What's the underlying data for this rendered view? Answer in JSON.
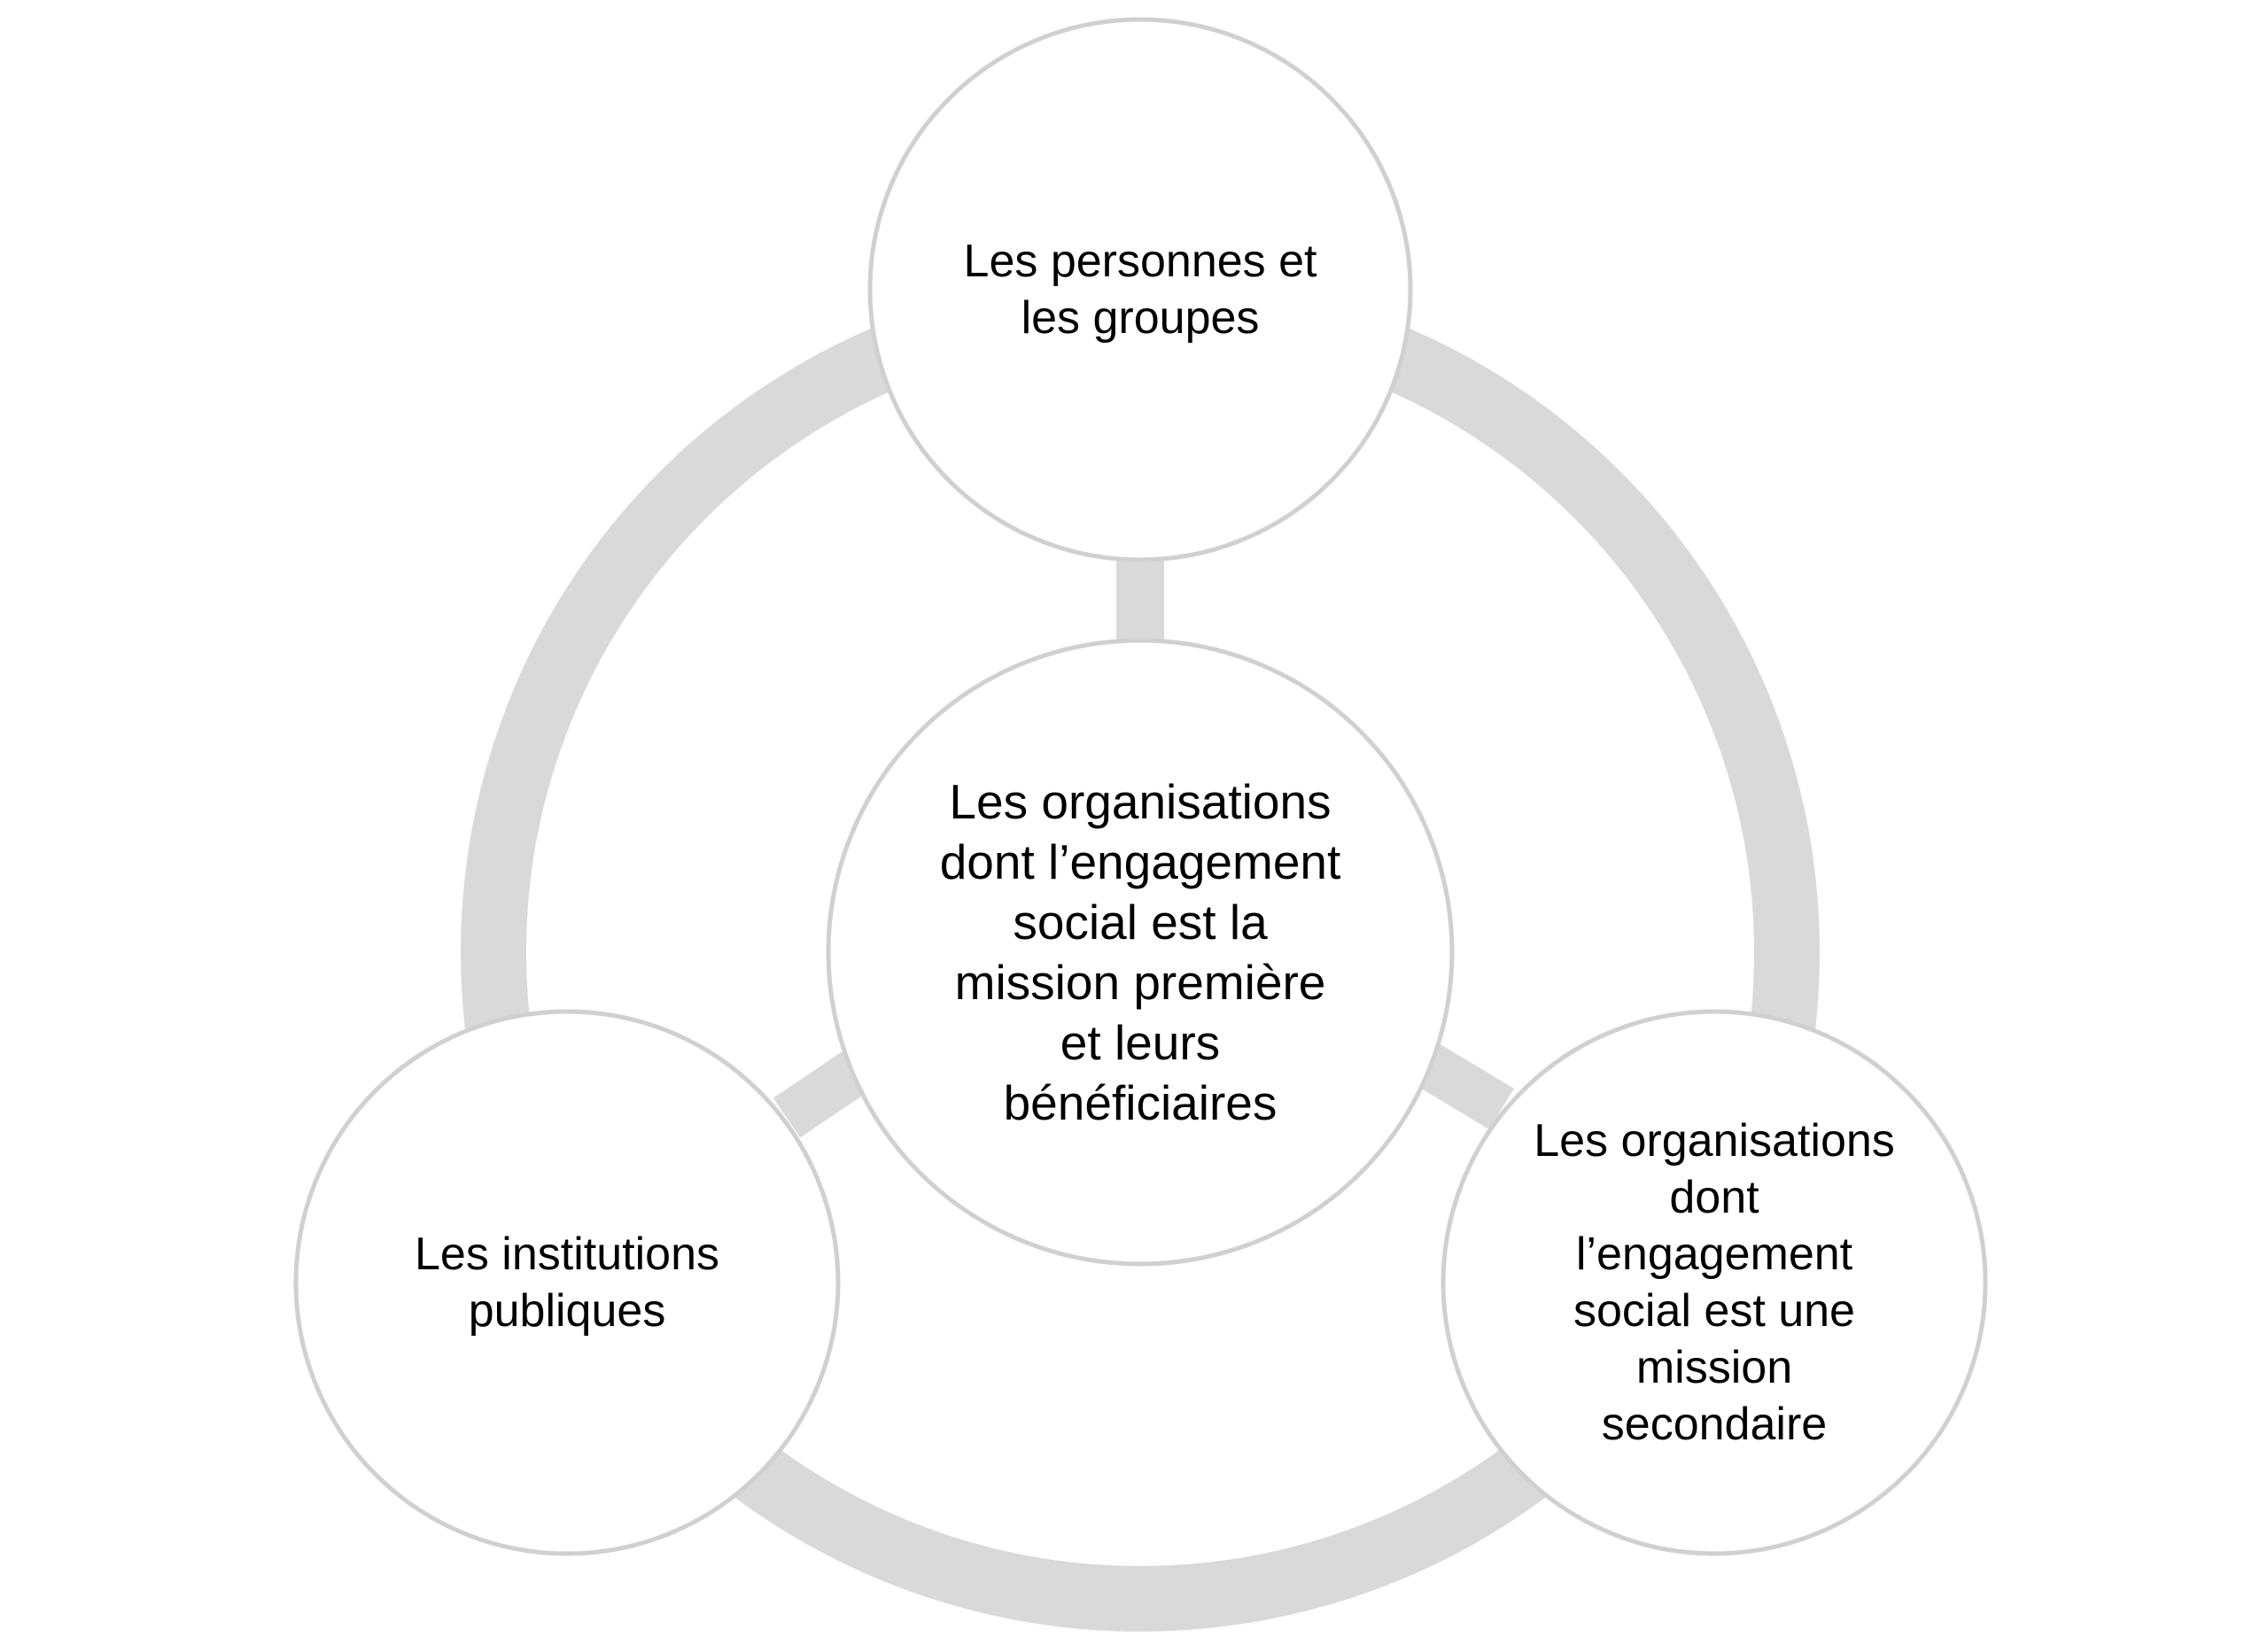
{
  "colors": {
    "background": "#ffffff",
    "ring": "#d9d9d9",
    "node_fill": "#ffffff",
    "node_stroke": "#d0d0d0",
    "text": "#000000"
  },
  "nodes": {
    "center": {
      "label": "Les organisations\ndont l’engagement\nsocial est la\nmission première\net leurs\nbénéficiaires"
    },
    "top": {
      "label": "Les personnes et\nles groupes"
    },
    "left": {
      "label": "Les institutions\npubliques"
    },
    "right": {
      "label": "Les organisations\ndont\nl’engagement\nsocial est une\nmission\nsecondaire"
    }
  }
}
